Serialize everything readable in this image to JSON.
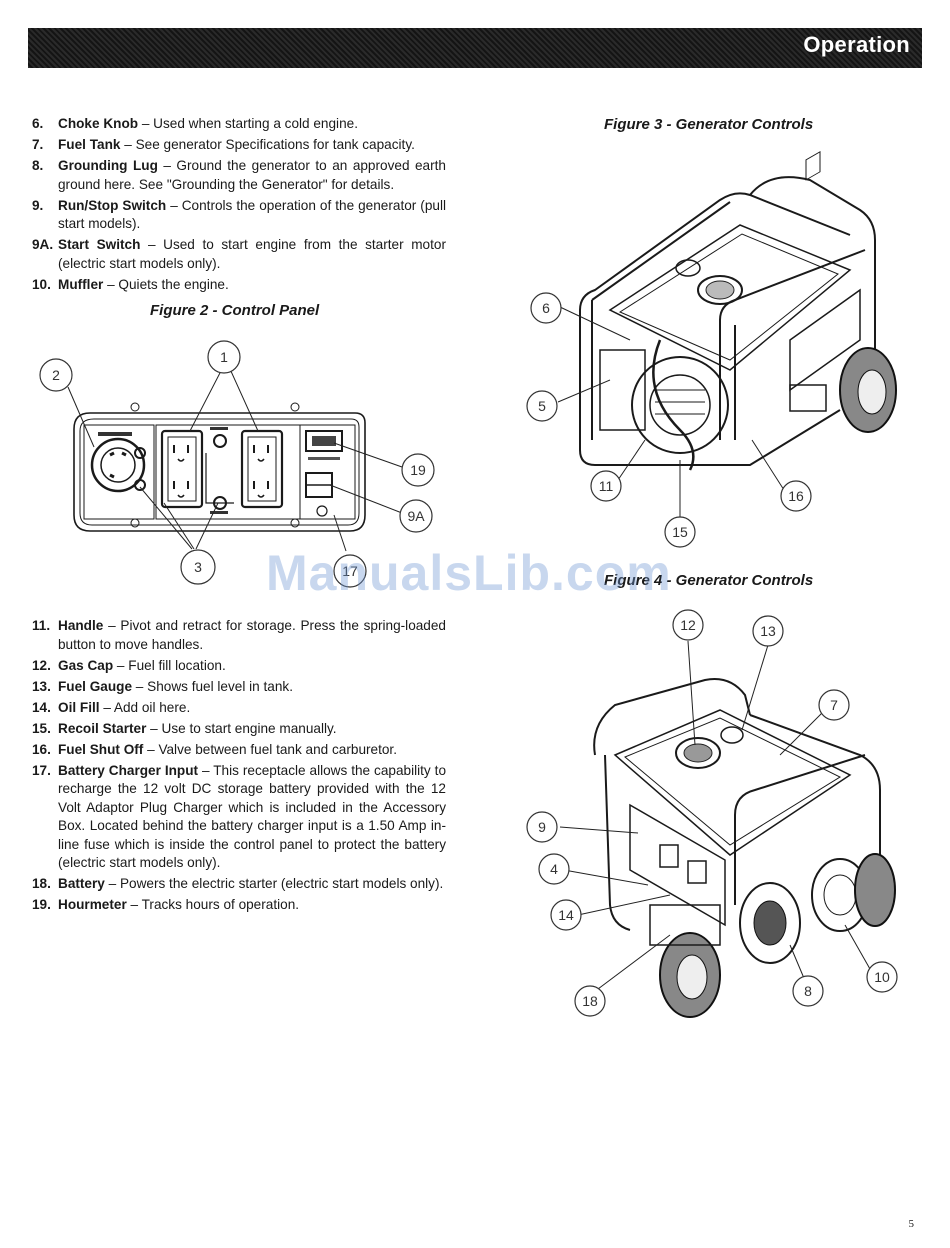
{
  "header": {
    "title": "Operation"
  },
  "items_top": [
    {
      "num": "6.",
      "name": "Choke Knob",
      "desc": " – Used when starting a cold engine."
    },
    {
      "num": "7.",
      "name": "Fuel Tank",
      "desc": " – See generator Specifications for tank capacity."
    },
    {
      "num": "8.",
      "name": "Grounding Lug",
      "desc": " – Ground the generator to an approved earth ground here. See \"Grounding the Generator\" for details."
    },
    {
      "num": "9.",
      "name": "Run/Stop Switch",
      "desc": " – Controls the operation of the generator (pull start models)."
    },
    {
      "num": "9A.",
      "name": "Start Switch",
      "desc": " – Used to start engine from the starter motor (electric start models only)."
    },
    {
      "num": "10.",
      "name": "Muffler",
      "desc": " – Quiets the engine."
    }
  ],
  "items_bottom": [
    {
      "num": "11.",
      "name": "Handle",
      "desc": " – Pivot and retract for storage. Press the spring-loaded button to move handles."
    },
    {
      "num": "12.",
      "name": "Gas Cap",
      "desc": " – Fuel fill location."
    },
    {
      "num": "13.",
      "name": "Fuel Gauge",
      "desc": " – Shows fuel level in tank."
    },
    {
      "num": "14.",
      "name": "Oil Fill",
      "desc": " – Add oil here."
    },
    {
      "num": "15.",
      "name": "Recoil Starter",
      "desc": " – Use to start engine manually."
    },
    {
      "num": "16.",
      "name": "Fuel Shut Off",
      "desc": " – Valve between fuel tank and carburetor."
    },
    {
      "num": "17.",
      "name": "Battery Charger Input",
      "desc": " – This receptacle allows the capability to recharge the 12 volt DC storage battery provided with the 12 Volt Adaptor Plug Charger which is included in the Accessory Box. Located behind the battery charger input is a 1.50 Amp in-line fuse which is inside the control panel to protect the battery (electric start models only)."
    },
    {
      "num": "18.",
      "name": "Battery",
      "desc": " – Powers the electric starter (electric start models only)."
    },
    {
      "num": "19.",
      "name": "Hourmeter",
      "desc": " – Tracks hours of operation."
    }
  ],
  "figures": {
    "fig2_caption": "Figure 2 - Control Panel",
    "fig3_caption": "Figure 3 - Generator Controls",
    "fig4_caption": "Figure 4 - Generator Controls",
    "fig2_callouts": [
      "2",
      "1",
      "19",
      "9A",
      "3",
      "17"
    ],
    "fig3_callouts": [
      "6",
      "5",
      "11",
      "15",
      "16"
    ],
    "fig4_callouts": [
      "12",
      "13",
      "7",
      "9",
      "4",
      "14",
      "18",
      "8",
      "10"
    ]
  },
  "watermark": "ManualsLib.com",
  "page_number": "5",
  "colors": {
    "header_bg": "#1c1c1c",
    "header_text": "#ffffff",
    "watermark": "#6e96d2"
  }
}
